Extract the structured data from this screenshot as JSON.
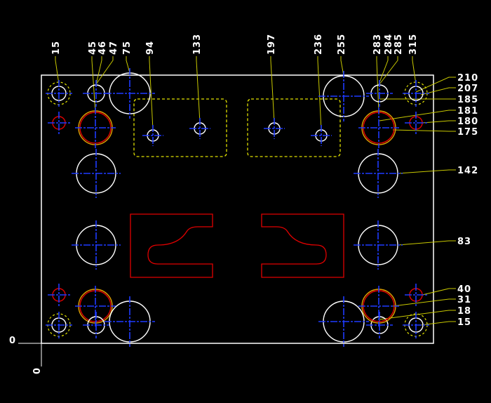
{
  "colors": {
    "background": "#000000",
    "outline": "#ffffff",
    "center_cross": "#1f3bff",
    "dimension_line": "#c8c800",
    "pocket": "#e00000",
    "dashed_region": "#e0e000",
    "chamfer_ring": "#e0a000"
  },
  "origin": {
    "x_label": "0",
    "y_label": "0"
  },
  "x_dimensions": [
    "15",
    "45",
    "46",
    "47",
    "75",
    "94",
    "133",
    "197",
    "236",
    "255",
    "283",
    "284",
    "285",
    "315"
  ],
  "y_dimensions": [
    "210",
    "207",
    "185",
    "181",
    "180",
    "175",
    "142",
    "83",
    "40",
    "31",
    "18",
    "15"
  ]
}
